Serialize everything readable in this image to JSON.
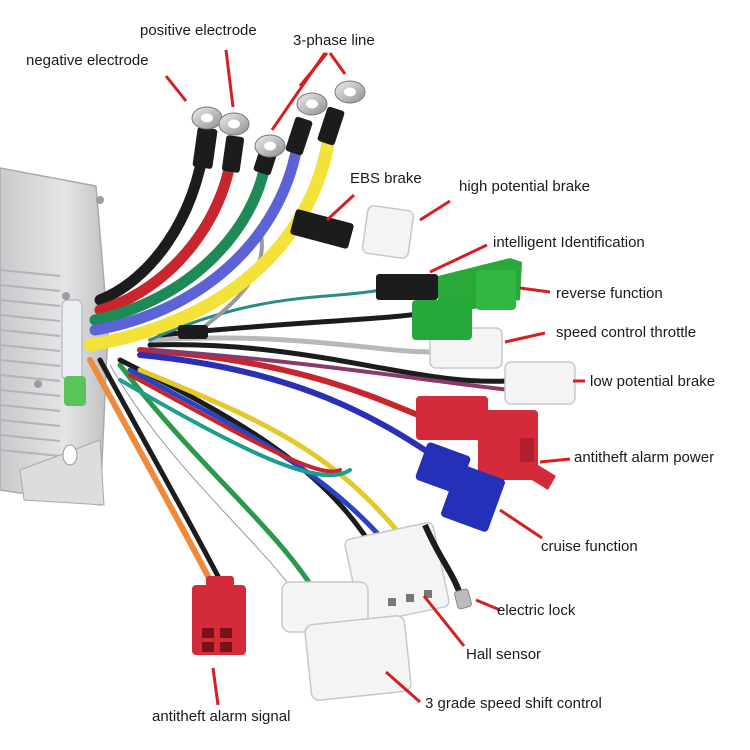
{
  "labels": {
    "negative_electrode": "negative electrode",
    "positive_electrode": "positive electrode",
    "three_phase_line": "3-phase line",
    "ebs_brake": "EBS brake",
    "high_potential_brake": "high potential brake",
    "intelligent_identification": "intelligent Identification",
    "reverse_function": "reverse function",
    "speed_control_throttle": "speed control throttle",
    "low_potential_brake": "low potential brake",
    "antitheft_alarm_power": "antitheft alarm power",
    "cruise_function": "cruise function",
    "electric_lock": "electric lock",
    "hall_sensor": "Hall sensor",
    "three_grade_speed_shift_control": "3 grade speed shift control",
    "antitheft_alarm_signal": "antitheft alarm signal"
  },
  "colors": {
    "leader_line": "#d42020",
    "wire_black": "#1c1c1c",
    "wire_red": "#c8262c",
    "wire_green": "#1e8a55",
    "wire_blue": "#5b63d6",
    "wire_yellow": "#f2e23a",
    "connector_white": "#f4f4f4",
    "connector_green": "#27a83a",
    "connector_red": "#d42a3a",
    "connector_blue": "#2530b8",
    "housing_aluminum": "#d6d7d9"
  }
}
